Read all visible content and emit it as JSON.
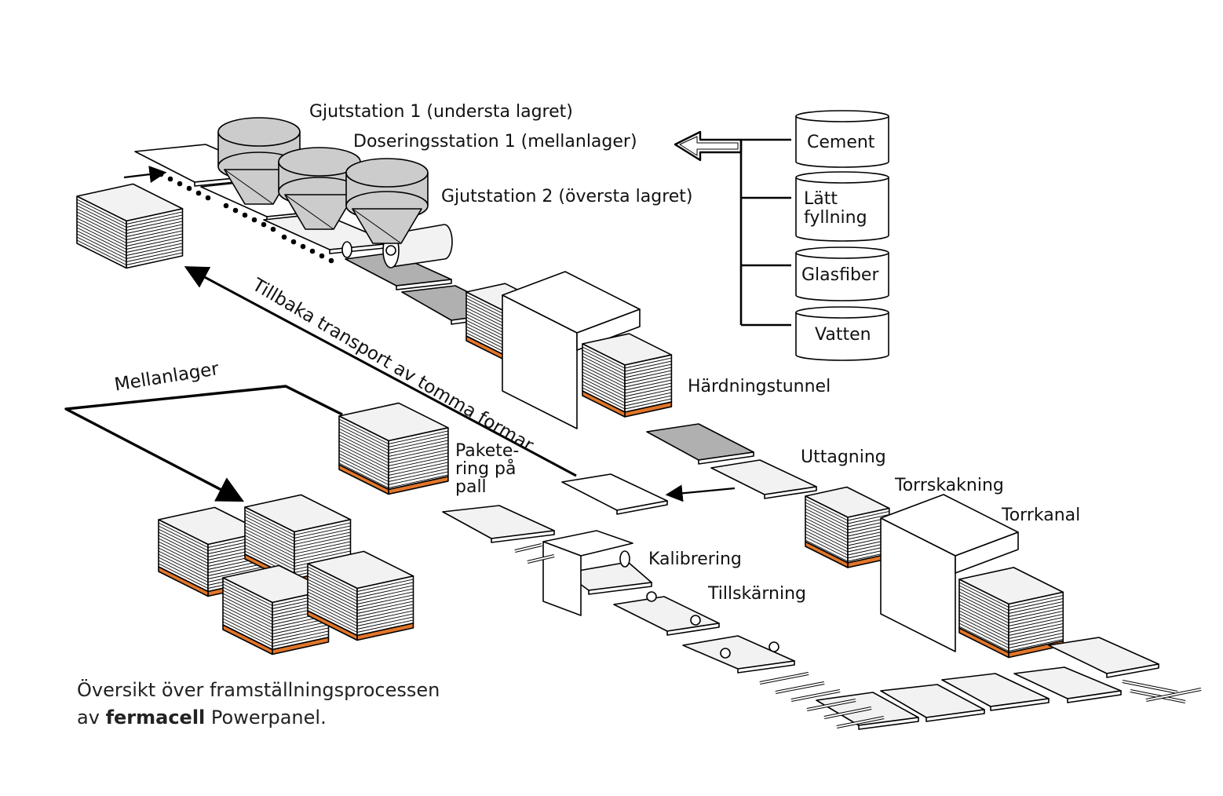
{
  "labels": {
    "gjut1": "Gjutstation 1 (understa lagret)",
    "dos1": "Doseringsstation 1 (mellanlager)",
    "gjut2": "Gjutstation 2 (översta lagret)",
    "tillbaka": "Tillbaka transport av tomma formar",
    "hardning": "Härdningstunnel",
    "mellanlager": "Mellanlager",
    "paketering_1": "Pakete-",
    "paketering_2": "ring på",
    "paketering_3": "pall",
    "uttagning": "Uttagning",
    "torrskakning": "Torrskakning",
    "torrkanal": "Torrkanal",
    "kalibrering": "Kalibrering",
    "tillskarning": "Tillskärning"
  },
  "materials": {
    "cement": "Cement",
    "latt_1": "Lätt",
    "latt_2": "fyllning",
    "glasfiber": "Glasfiber",
    "vatten": "Vatten"
  },
  "caption": {
    "line1": "Översikt över framställningsprocessen",
    "prefix": "av",
    "brand": "fermacell",
    "suffix": "Powerpanel."
  },
  "colors": {
    "pallet": "#e2762a",
    "panel_light": "#f2f2f2",
    "panel_dark": "#b0b0b0",
    "hopper": "#cccccc"
  }
}
